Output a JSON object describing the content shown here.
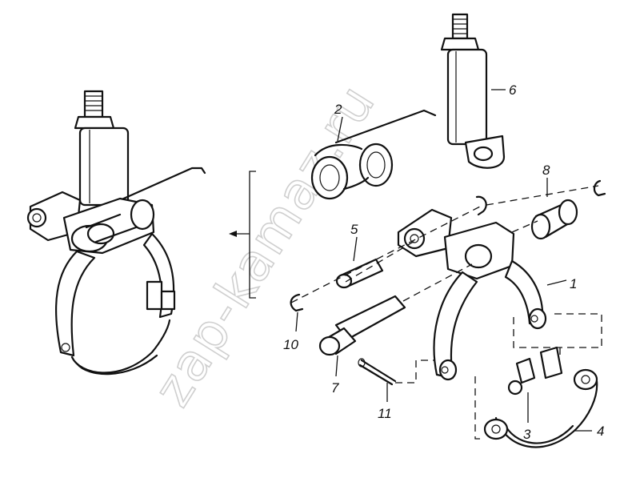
{
  "diagram": {
    "watermark": "zap-kamaz.ru",
    "callouts": [
      {
        "id": "1",
        "label": "1"
      },
      {
        "id": "2",
        "label": "2"
      },
      {
        "id": "3",
        "label": "3"
      },
      {
        "id": "4",
        "label": "4"
      },
      {
        "id": "5",
        "label": "5"
      },
      {
        "id": "6",
        "label": "6"
      },
      {
        "id": "7",
        "label": "7"
      },
      {
        "id": "8",
        "label": "8"
      },
      {
        "id": "10",
        "label": "10"
      },
      {
        "id": "11",
        "label": "11"
      }
    ]
  }
}
